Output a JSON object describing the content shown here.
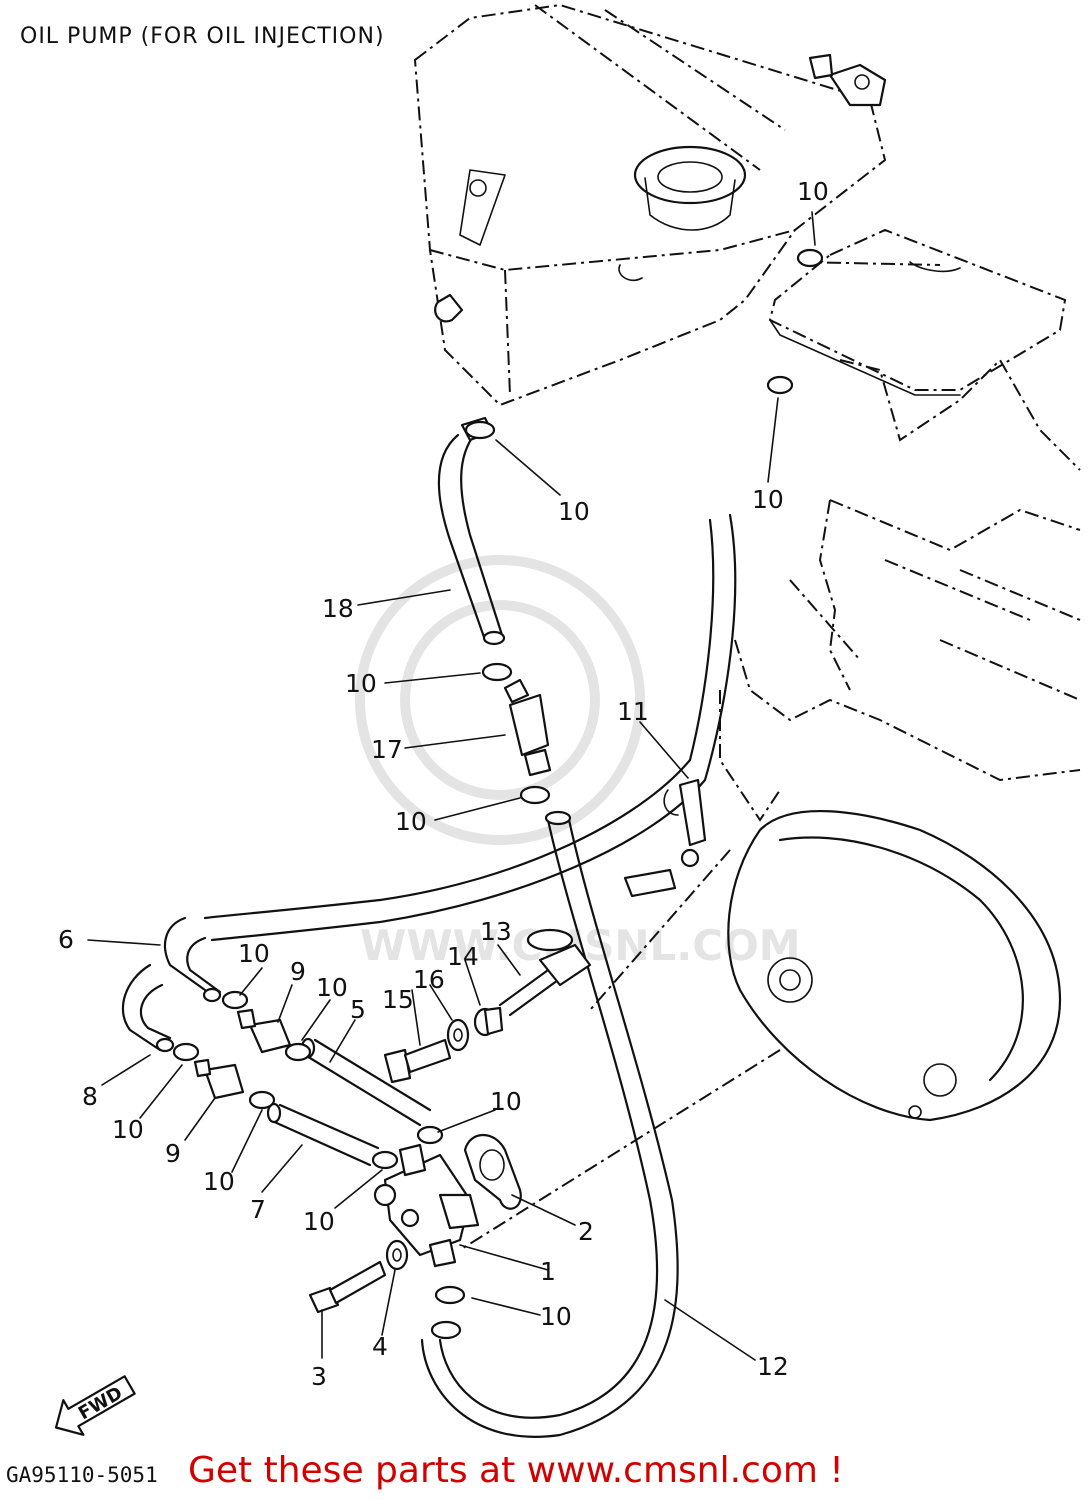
{
  "title": "OIL PUMP (FOR OIL INJECTION)",
  "diagram_code": "GA95110-5051",
  "banner": "Get these parts at www.cmsnl.com !",
  "watermark": "WWW.CMSNL.COM",
  "fwd_label": "FWD",
  "callouts": [
    "1",
    "2",
    "3",
    "4",
    "5",
    "6",
    "7",
    "8",
    "9",
    "9",
    "10",
    "10",
    "10",
    "10",
    "10",
    "10",
    "10",
    "10",
    "10",
    "10",
    "10",
    "10",
    "10",
    "10",
    "11",
    "12",
    "13",
    "14",
    "15",
    "16",
    "17",
    "18"
  ]
}
